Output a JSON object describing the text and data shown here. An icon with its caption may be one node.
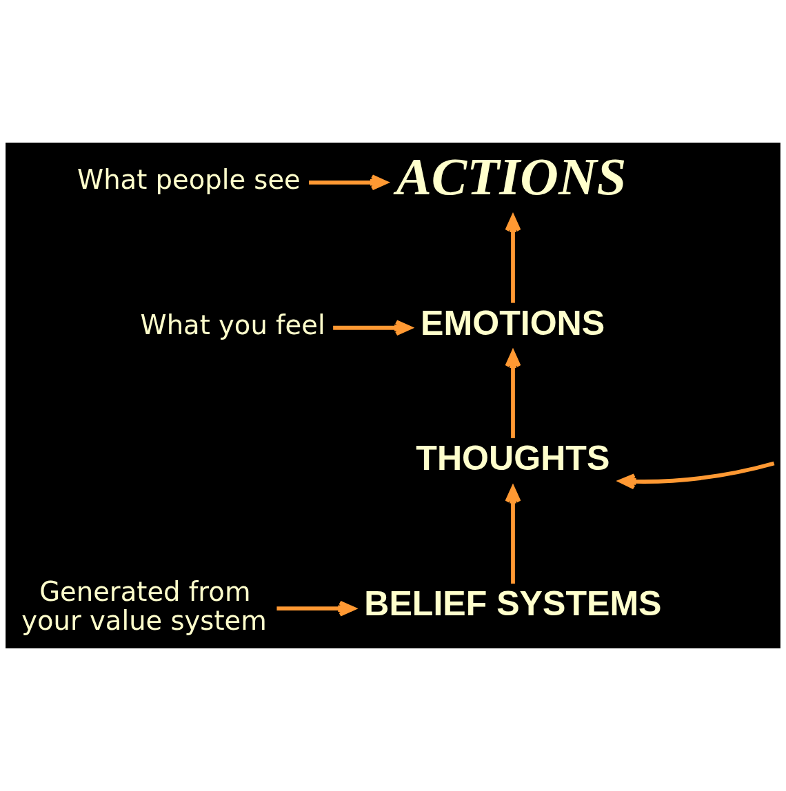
{
  "diagram": {
    "nodes": [
      {
        "text": [
          "What people see"
        ]
      },
      {
        "text": [
          "ACTIONS"
        ]
      },
      {
        "text": [
          "What you feel"
        ]
      },
      {
        "text": [
          "EMOTIONS"
        ]
      },
      {
        "text": [
          "THOUGHTS"
        ]
      },
      {
        "text": [
          "Generated from your value system"
        ]
      },
      {
        "text": [
          "BELIEF SYSTEMS"
        ]
      }
    ],
    "edges": [
      {
        "from": 0,
        "to": 1,
        "arrow": "to"
      },
      {
        "from": 3,
        "to": 1,
        "arrow": "to"
      },
      {
        "from": 2,
        "to": 3,
        "arrow": "to"
      },
      {
        "from": 4,
        "to": 3,
        "arrow": "to"
      },
      {
        "from": null,
        "to": 4,
        "arrow": "to"
      },
      {
        "from": 6,
        "to": 4,
        "arrow": "to"
      },
      {
        "from": 5,
        "to": 6,
        "arrow": "to"
      }
    ]
  }
}
